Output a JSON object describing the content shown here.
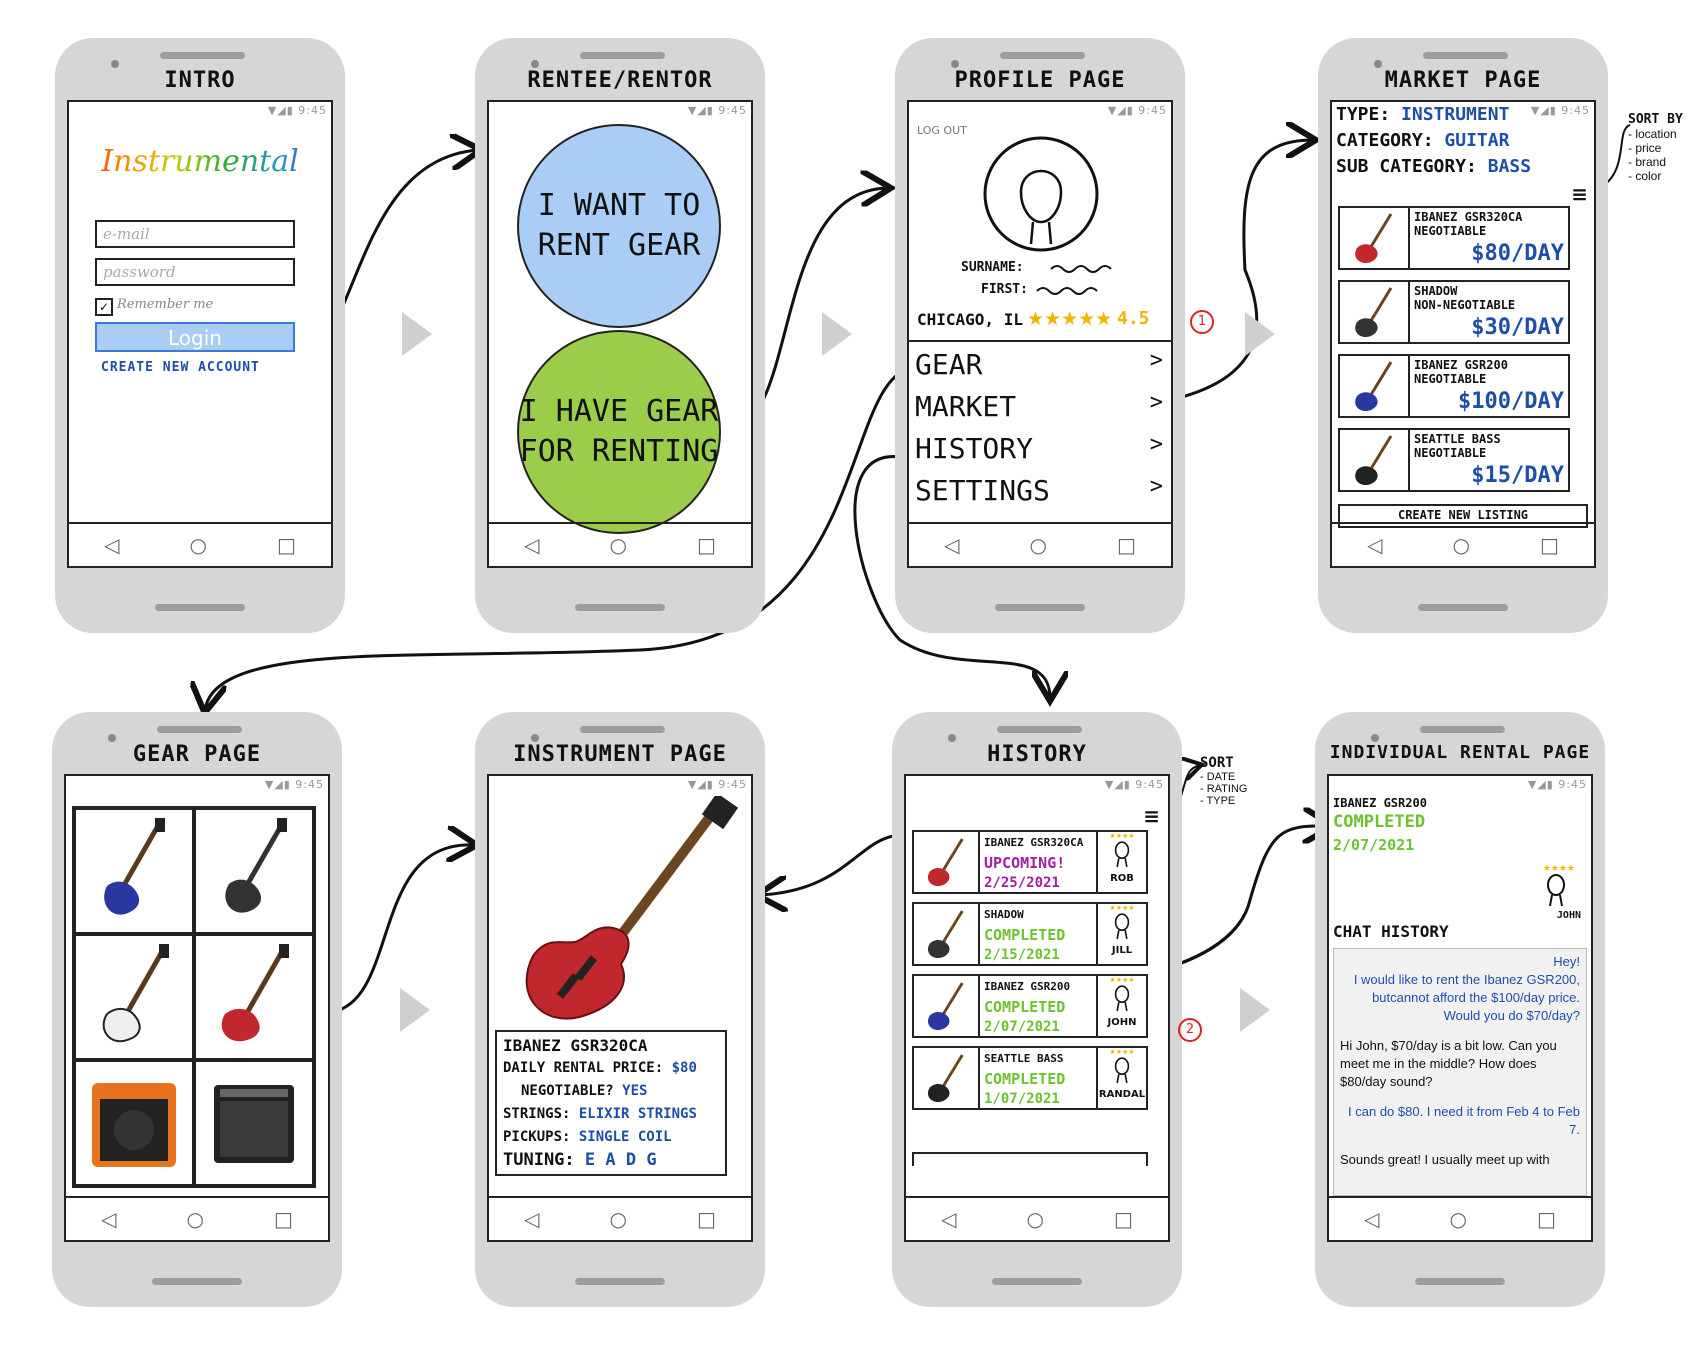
{
  "status_time": "9:45",
  "screens": {
    "intro": {
      "title": "INTRO",
      "logo": "Instrumental",
      "email_placeholder": "e-mail",
      "password_placeholder": "password",
      "remember_label": "Remember me",
      "login_label": "Login",
      "create_account": "CREATE NEW ACCOUNT"
    },
    "rentee": {
      "title": "RENTEE/RENTOR",
      "rent_gear": "I WANT TO RENT GEAR",
      "have_gear": "I HAVE GEAR FOR RENTING"
    },
    "profile": {
      "title": "PROFILE PAGE",
      "logout": "LOG OUT",
      "surname_label": "SURNAME:",
      "first_label": "FIRST:",
      "location": "CHICAGO, IL",
      "stars": "★★★★★",
      "rating": "4.5",
      "marker": "1",
      "menu": [
        "GEAR",
        "MARKET",
        "HISTORY",
        "SETTINGS"
      ],
      "chevron": ">"
    },
    "market": {
      "title": "MARKET PAGE",
      "type_label": "TYPE:",
      "type_value": "INSTRUMENT",
      "category_label": "CATEGORY:",
      "category_value": "GUITAR",
      "subcategory_label": "SUB CATEGORY:",
      "subcategory_value": "BASS",
      "sort_title": "SORT BY",
      "sort_options": [
        "- location",
        "- price",
        "- brand",
        "- color"
      ],
      "listings": [
        {
          "name": "IBANEZ GSR320CA",
          "terms": "NEGOTIABLE",
          "price": "$80/DAY",
          "color": "#c0282d"
        },
        {
          "name": "SHADOW",
          "terms": "NON-NEGOTIABLE",
          "price": "$30/DAY",
          "color": "#333333"
        },
        {
          "name": "IBANEZ GSR200",
          "terms": "NEGOTIABLE",
          "price": "$100/DAY",
          "color": "#2838a0"
        },
        {
          "name": "SEATTLE BASS",
          "terms": "NEGOTIABLE",
          "price": "$15/DAY",
          "color": "#222222"
        }
      ],
      "create_listing": "CREATE NEW LISTING"
    },
    "gear": {
      "title": "GEAR PAGE"
    },
    "instrument": {
      "title": "INSTRUMENT PAGE",
      "name": "IBANEZ GSR320CA",
      "price_label": "DAILY RENTAL PRICE:",
      "price_value": "$80",
      "negotiable_label": "NEGOTIABLE?",
      "negotiable_value": "YES",
      "strings_label": "STRINGS:",
      "strings_value": "ELIXIR STRINGS",
      "pickups_label": "PICKUPS:",
      "pickups_value": "SINGLE COIL",
      "tuning_label": "TUNING:",
      "tuning_value": "E A D G"
    },
    "history": {
      "title": "HISTORY",
      "sort_title": "SORT",
      "sort_options": [
        "- DATE",
        "- RATING",
        "- TYPE"
      ],
      "marker": "2",
      "entries": [
        {
          "name": "IBANEZ GSR320CA",
          "status": "UPCOMING!",
          "date": "2/25/2021",
          "user": "ROB",
          "status_color": "#a020a0",
          "color": "#c0282d"
        },
        {
          "name": "SHADOW",
          "status": "COMPLETED",
          "date": "2/15/2021",
          "user": "JILL",
          "status_color": "#6ec22d",
          "color": "#333333"
        },
        {
          "name": "IBANEZ GSR200",
          "status": "COMPLETED",
          "date": "2/07/2021",
          "user": "JOHN",
          "status_color": "#6ec22d",
          "color": "#2838a0"
        },
        {
          "name": "SEATTLE BASS",
          "status": "COMPLETED",
          "date": "1/07/2021",
          "user": "RANDAL",
          "status_color": "#6ec22d",
          "color": "#222222"
        }
      ]
    },
    "rental": {
      "title": "INDIVIDUAL RENTAL PAGE",
      "item": "IBANEZ GSR200",
      "status": "COMPLETED",
      "date": "2/07/2021",
      "user": "JOHN",
      "chat_title": "CHAT HISTORY",
      "messages": [
        {
          "from": "me",
          "text": "Hey!"
        },
        {
          "from": "me",
          "text": "I would like to rent the Ibanez GSR200, butcannot afford the $100/day price. Would you do $70/day?"
        },
        {
          "from": "them",
          "text": "Hi John, $70/day is a bit low. Can you meet me in the middle? How does $80/day sound?"
        },
        {
          "from": "me",
          "text": "I can do $80. I need it from Feb 4 to Feb 7."
        },
        {
          "from": "them",
          "text": "Sounds great! I usually meet up with"
        }
      ]
    }
  }
}
